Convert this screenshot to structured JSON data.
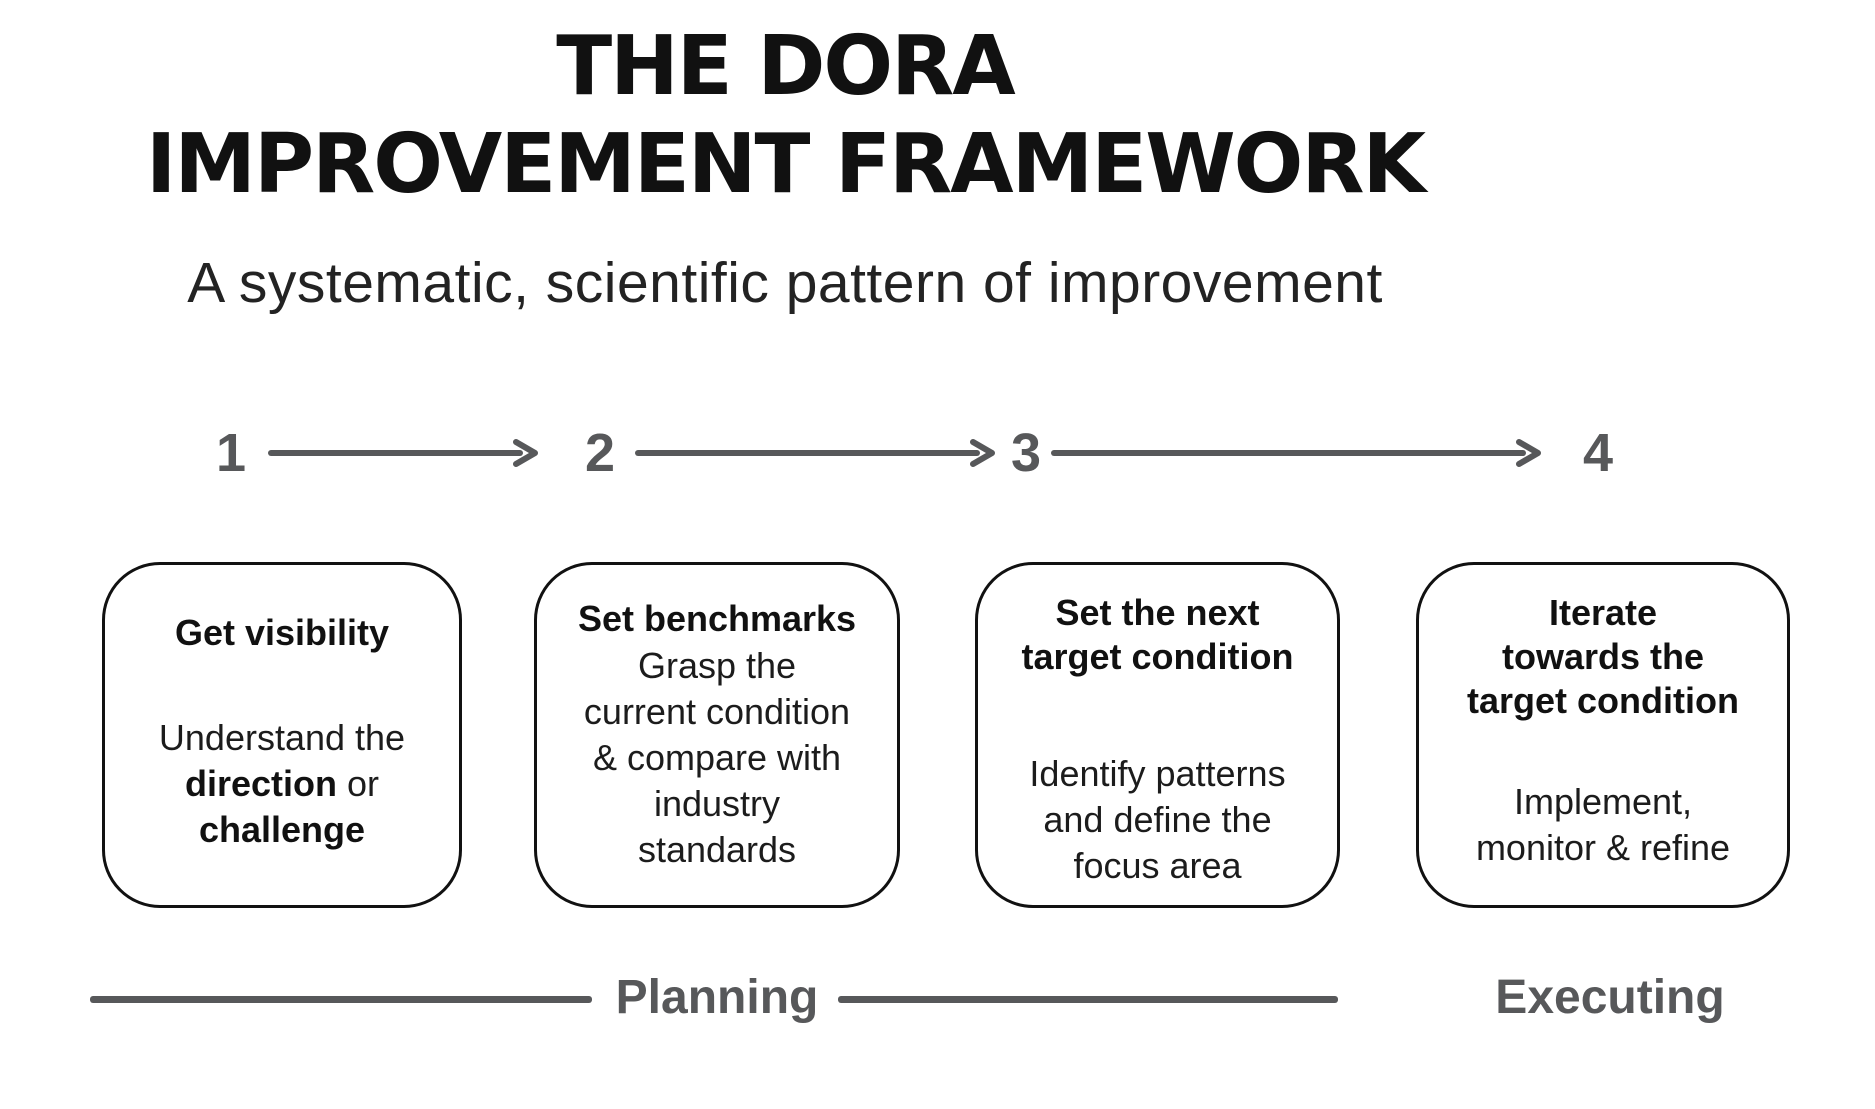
{
  "title": {
    "line1": "THE DORA",
    "line2": "IMPROVEMENT FRAMEWORK"
  },
  "subtitle": "A systematic, scientific pattern of improvement",
  "steps": [
    {
      "number": "1",
      "card": {
        "title_lines": [
          "Get visibility"
        ],
        "body_lines": [
          [
            {
              "text": "Understand the",
              "bold": false
            }
          ],
          [
            {
              "text": "direction",
              "bold": true
            },
            {
              "text": " or",
              "bold": false
            }
          ],
          [
            {
              "text": "challenge",
              "bold": true
            }
          ]
        ]
      }
    },
    {
      "number": "2",
      "card": {
        "title_lines": [
          "Set benchmarks"
        ],
        "body_lines": [
          [
            {
              "text": "Grasp the",
              "bold": false
            }
          ],
          [
            {
              "text": "current condition",
              "bold": false
            }
          ],
          [
            {
              "text": "& compare with",
              "bold": false
            }
          ],
          [
            {
              "text": "industry",
              "bold": false
            }
          ],
          [
            {
              "text": "standards",
              "bold": false
            }
          ]
        ]
      }
    },
    {
      "number": "3",
      "card": {
        "title_lines": [
          "Set the next",
          "target condition"
        ],
        "body_lines": [
          [
            {
              "text": "Identify patterns",
              "bold": false
            }
          ],
          [
            {
              "text": "and define the",
              "bold": false
            }
          ],
          [
            {
              "text": "focus area",
              "bold": false
            }
          ]
        ]
      }
    },
    {
      "number": "4",
      "card": {
        "title_lines": [
          "Iterate",
          "towards the",
          "target condition"
        ],
        "body_lines": [
          [
            {
              "text": "Implement,",
              "bold": false
            }
          ],
          [
            {
              "text": "monitor & refine",
              "bold": false
            }
          ]
        ]
      }
    }
  ],
  "phases": {
    "planning": "Planning",
    "executing": "Executing"
  },
  "colors": {
    "ink": "#111111",
    "gray": "#57585a",
    "background": "#ffffff"
  }
}
